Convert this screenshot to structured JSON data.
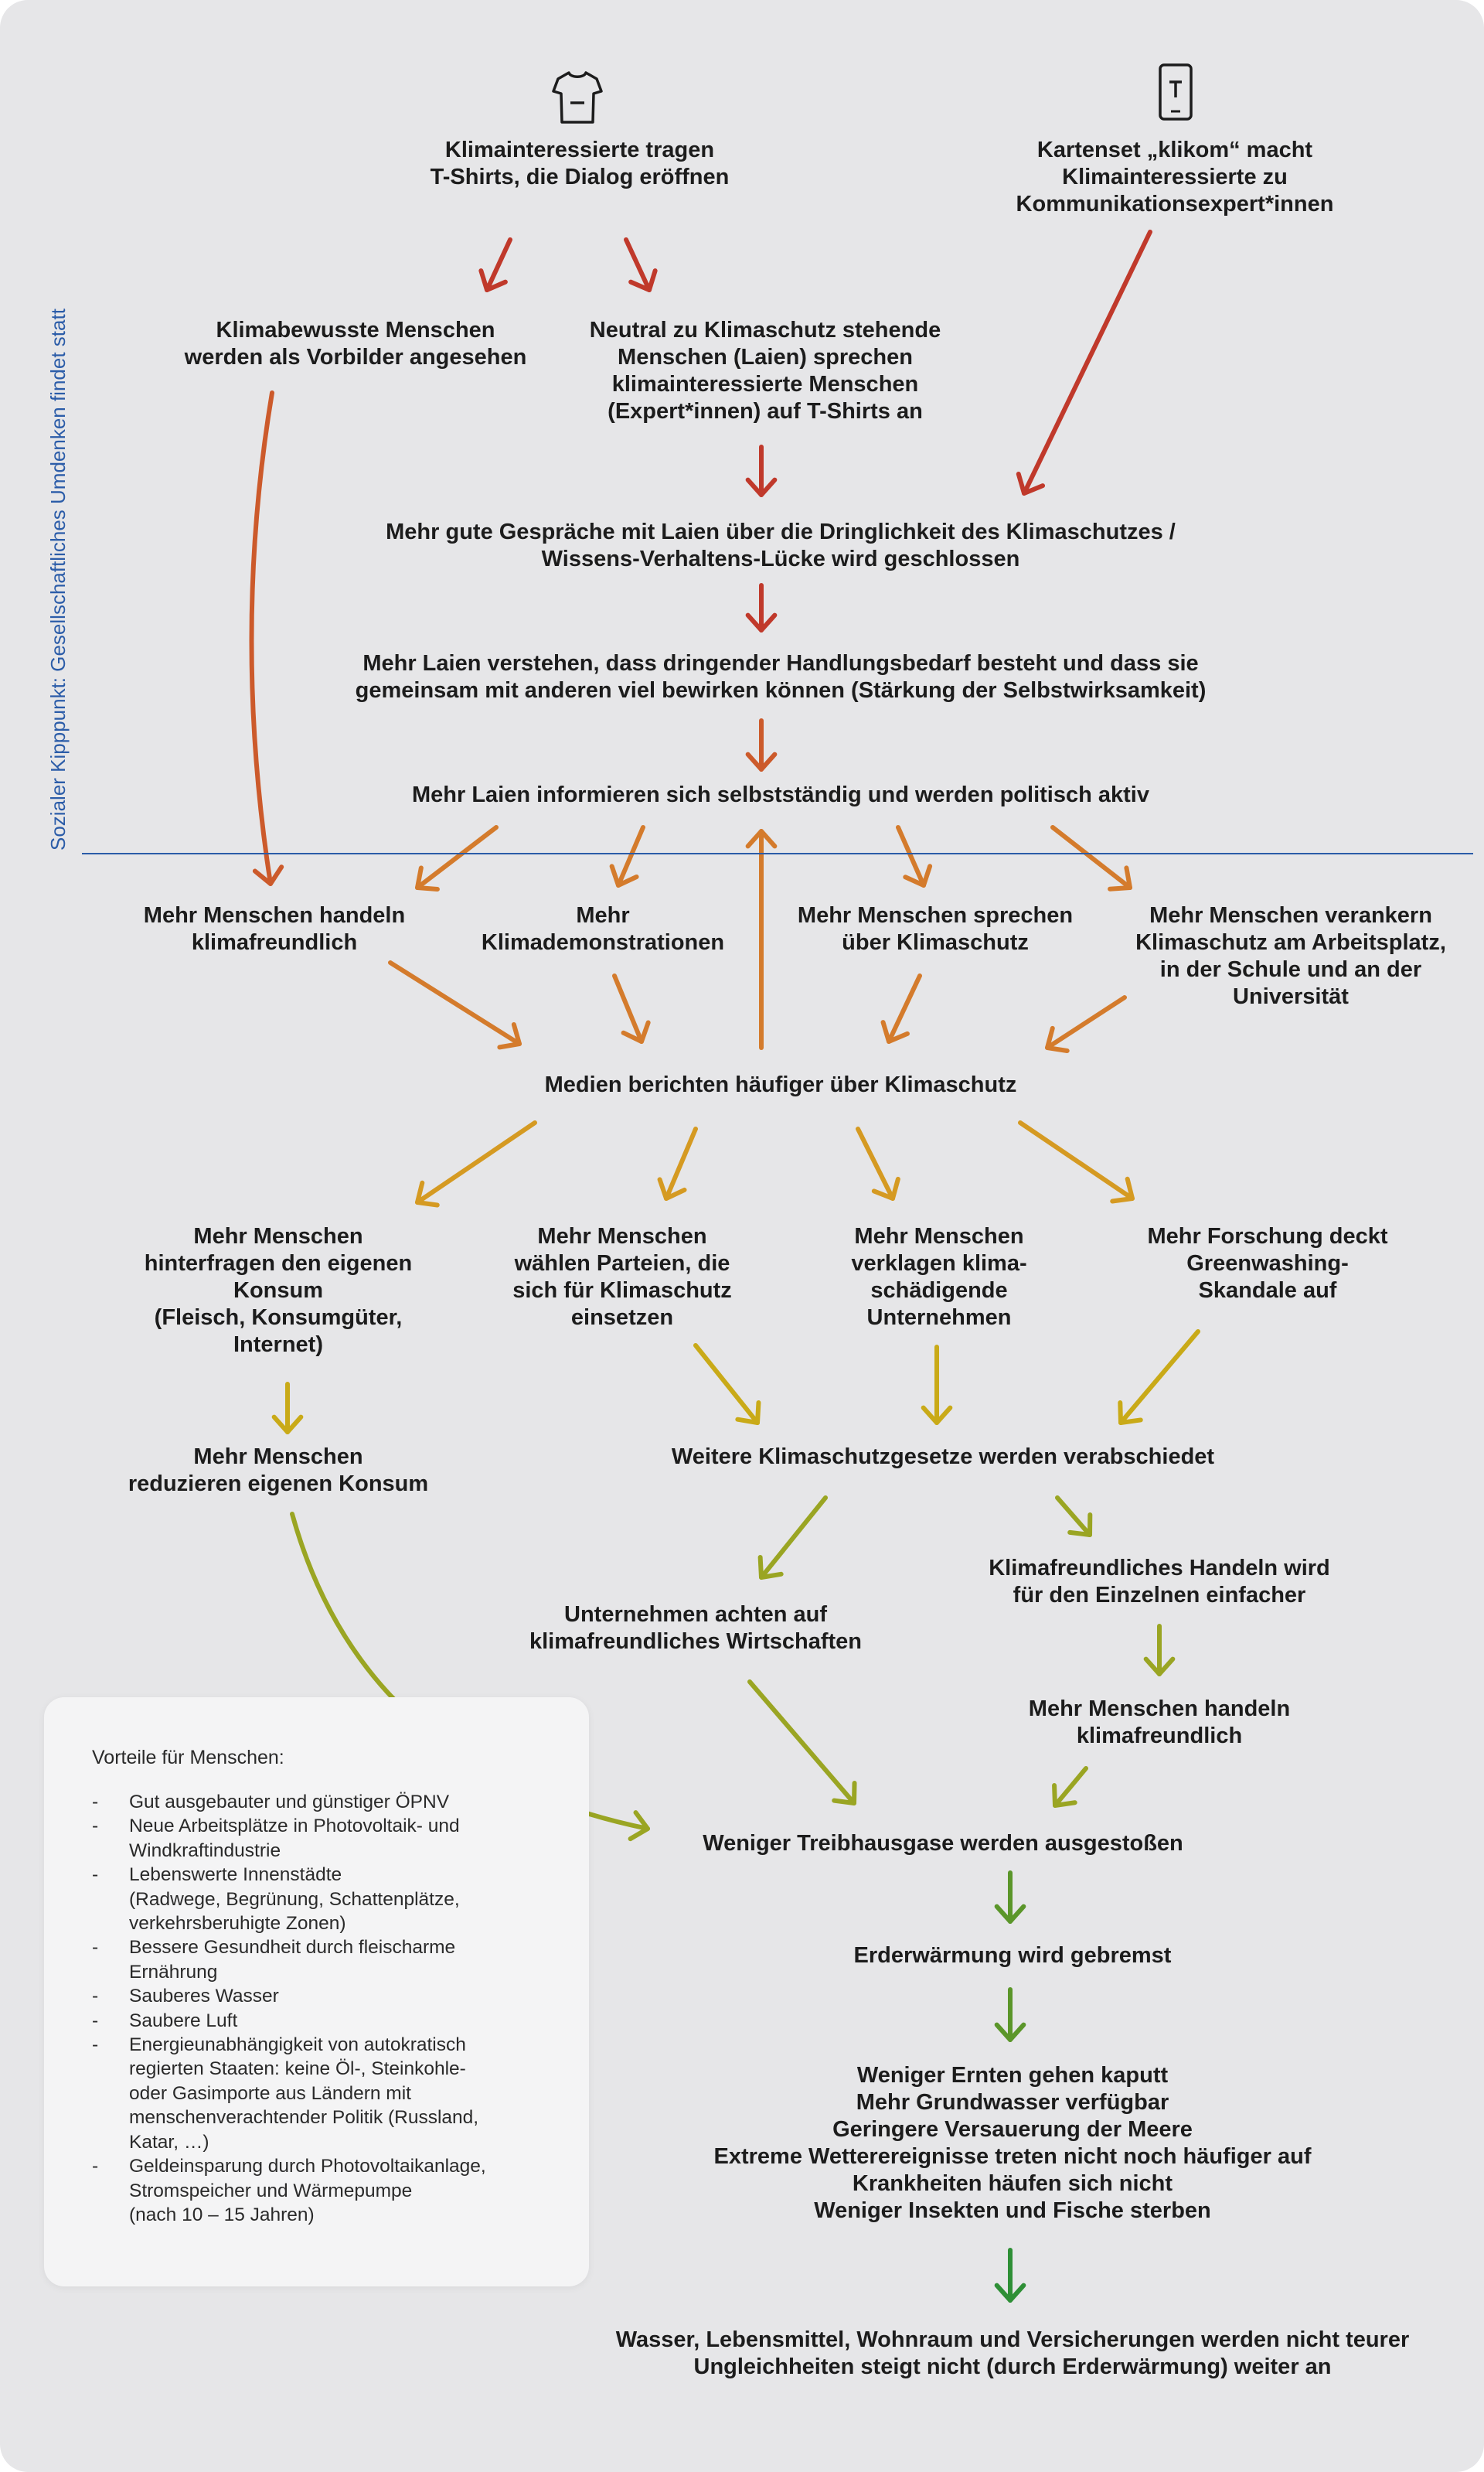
{
  "colors": {
    "background": "#e6e6e8",
    "tipping_line": "#2b5ca8",
    "arrow_red": "#c0392b",
    "arrow_orange_red": "#cc5a2b",
    "arrow_orange": "#d47b2c",
    "arrow_amber": "#d59a22",
    "arrow_yellow": "#c9aa18",
    "arrow_olive": "#9aa523",
    "arrow_green": "#5b962a",
    "arrow_dark_green": "#2e8f36"
  },
  "icons": {
    "shirt": "tshirt-icon",
    "card": "card-icon"
  },
  "side_label": "Sozialer Kipppunkt: Gesellschaftliches Umdenken findet statt",
  "nodes": {
    "n_tshirts": "Klimainteressierte tragen\nT-Shirts, die Dialog eröffnen",
    "n_kartenset": "Kartenset „klikom“ macht\nKlimainteressierte zu\nKommunikationsexpert*innen",
    "n_vorbilder": "Klimabewusste Menschen\nwerden als Vorbilder angesehen",
    "n_neutral": "Neutral zu Klimaschutz stehende\nMenschen (Laien) sprechen\nklimainteressierte Menschen\n(Expert*innen) auf T-Shirts an",
    "n_gespraeche": "Mehr gute Gespräche mit Laien über die Dringlichkeit des Klimaschutzes /\nWissens-Verhaltens-Lücke wird geschlossen",
    "n_verstehen": "Mehr Laien verstehen, dass dringender Handlungsbedarf besteht und dass sie\ngemeinsam mit anderen viel bewirken können (Stärkung der Selbstwirksamkeit)",
    "n_informieren": "Mehr Laien informieren sich selbstständig und werden politisch aktiv",
    "n_handeln": "Mehr Menschen handeln\nklimafreundlich",
    "n_demos": "Mehr\nKlimademonstrationen",
    "n_sprechen": "Mehr Menschen sprechen\nüber Klimaschutz",
    "n_verankern": "Mehr Menschen verankern\nKlimaschutz am Arbeitsplatz,\nin der Schule und an der\nUniversität",
    "n_medien": "Medien berichten häufiger über Klimaschutz",
    "n_konsum": "Mehr Menschen\nhinterfragen den eigenen\nKonsum\n(Fleisch, Konsumgüter,\nInternet)",
    "n_parteien": "Mehr Menschen\nwählen Parteien, die\nsich für Klimaschutz\neinsetzen",
    "n_verklagen": "Mehr Menschen\nverklagen klima-\nschädigende\nUnternehmen",
    "n_forschung": "Mehr Forschung deckt\nGreenwashing-\nSkandale auf",
    "n_reduzieren": "Mehr Menschen\nreduzieren eigenen Konsum",
    "n_gesetze": "Weitere Klimaschutzgesetze werden verabschiedet",
    "n_unternehmen": "Unternehmen achten auf\nklimafreundliches Wirtschaften",
    "n_einfacher": "Klimafreundliches Handeln wird\nfür den Einzelnen einfacher",
    "n_handeln2": "Mehr Menschen handeln\nklimafreundlich",
    "n_treibhaus": "Weniger Treibhausgase werden ausgestoßen",
    "n_erderwaermung": "Erderwärmung wird gebremst",
    "n_folgen": "Weniger Ernten gehen kaputt\nMehr Grundwasser verfügbar\nGeringere Versauerung der Meere\nExtreme Wetterereignisse treten nicht noch häufiger auf\nKrankheiten häufen sich nicht\nWeniger Insekten und Fische sterben",
    "n_kosten": "Wasser, Lebensmittel, Wohnraum und Versicherungen werden nicht teurer\nUngleichheiten steigt nicht (durch Erderwärmung) weiter an"
  },
  "benefits": {
    "title": "Vorteile für Menschen:",
    "items": [
      "Gut ausgebauter und günstiger ÖPNV",
      "Neue Arbeitsplätze in Photovoltaik- und\nWindkraftindustrie",
      "Lebenswerte Innenstädte\n(Radwege, Begrünung, Schattenplätze,\nverkehrsberuhigte Zonen)",
      "Bessere Gesundheit durch fleischarme\nErnährung",
      "Sauberes Wasser",
      "Saubere Luft",
      "Energieunabhängigkeit von autokratisch\nregierten Staaten: keine Öl-, Steinkohle-\noder Gasimporte aus Ländern mit\nmenschenverachtender Politik (Russland,\nKatar, …)",
      "Geldeinsparung durch Photovoltaikanlage,\nStromspeicher und Wärmepumpe\n(nach 10 – 15 Jahren)"
    ]
  }
}
